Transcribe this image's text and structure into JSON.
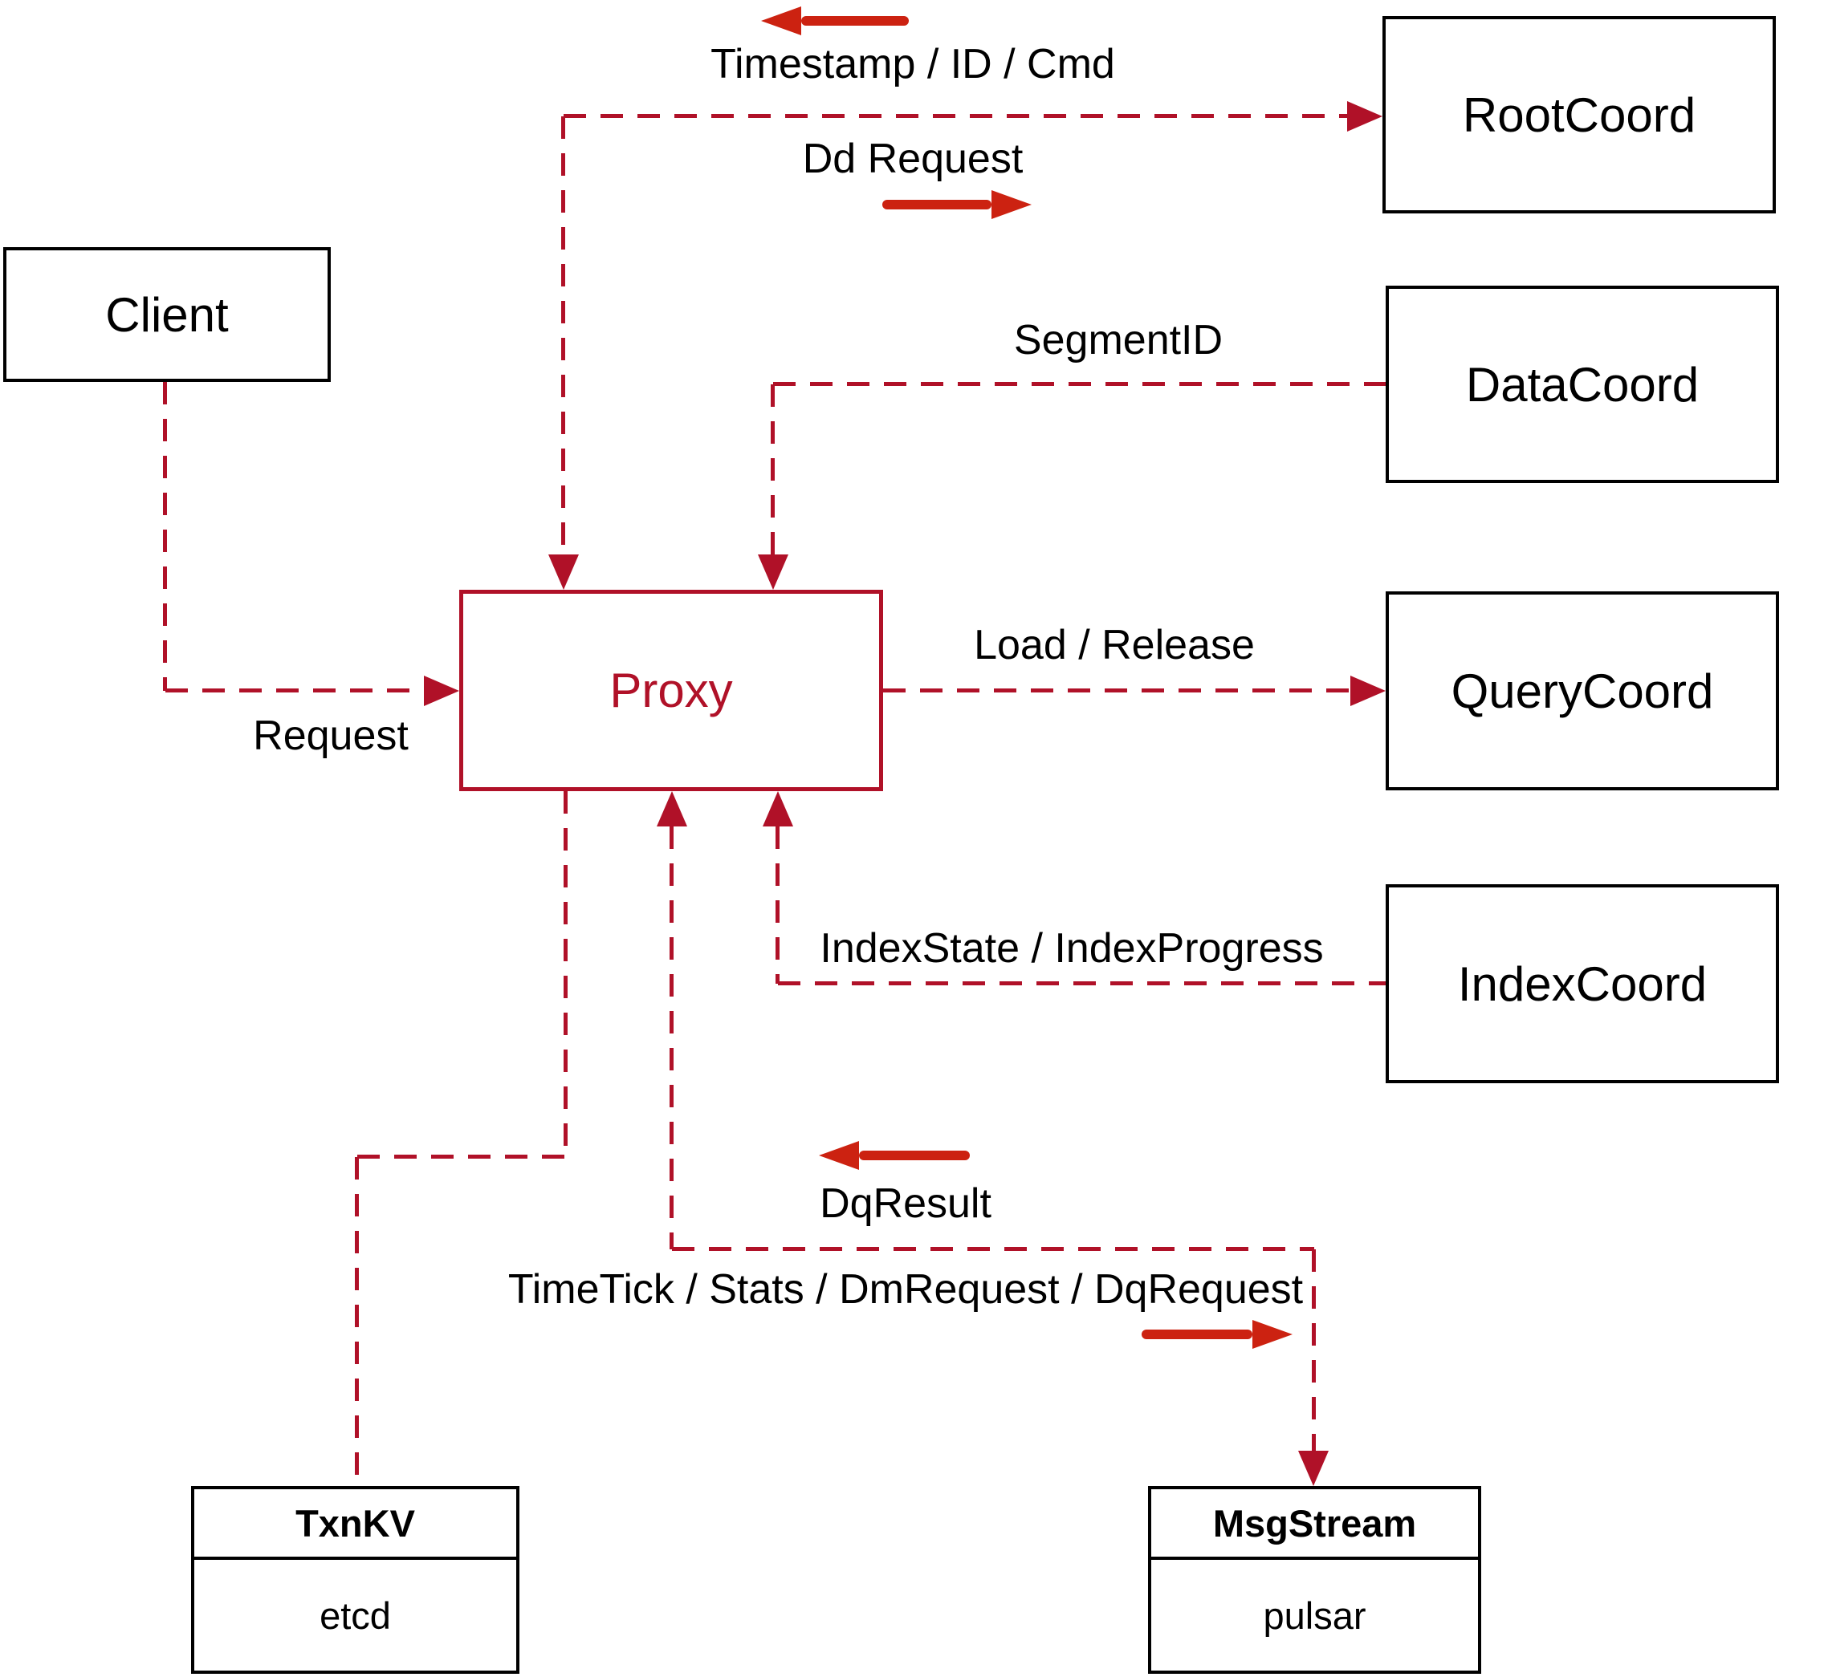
{
  "colors": {
    "connector": "#b01128",
    "arrow": "#cc2211",
    "border": "#000000",
    "text": "#000000",
    "background": "#ffffff"
  },
  "nodes": {
    "client": {
      "label": "Client"
    },
    "proxy": {
      "label": "Proxy"
    },
    "root_coord": {
      "label": "RootCoord"
    },
    "data_coord": {
      "label": "DataCoord"
    },
    "query_coord": {
      "label": "QueryCoord"
    },
    "index_coord": {
      "label": "IndexCoord"
    },
    "txn_kv": {
      "title": "TxnKV",
      "impl": "etcd"
    },
    "msg_stream": {
      "title": "MsgStream",
      "impl": "pulsar"
    }
  },
  "edge_labels": {
    "timestamp_id_cmd": "Timestamp / ID / Cmd",
    "dd_request": "Dd Request",
    "segment_id": "SegmentID",
    "load_release": "Load / Release",
    "request": "Request",
    "index_state": "IndexState / IndexProgress",
    "dq_result": "DqResult",
    "timetick": "TimeTick / Stats / DmRequest / DqRequest"
  },
  "annotations": [
    {
      "id": "rootcoord-to-proxy",
      "direction": "left",
      "for_label": "Timestamp / ID / Cmd"
    },
    {
      "id": "proxy-to-rootcoord",
      "direction": "right",
      "for_label": "Dd Request"
    },
    {
      "id": "msgstream-to-proxy",
      "direction": "left",
      "for_label": "DqResult"
    },
    {
      "id": "proxy-to-msgstream",
      "direction": "right",
      "for_label": "TimeTick / Stats / DmRequest / DqRequest"
    }
  ]
}
